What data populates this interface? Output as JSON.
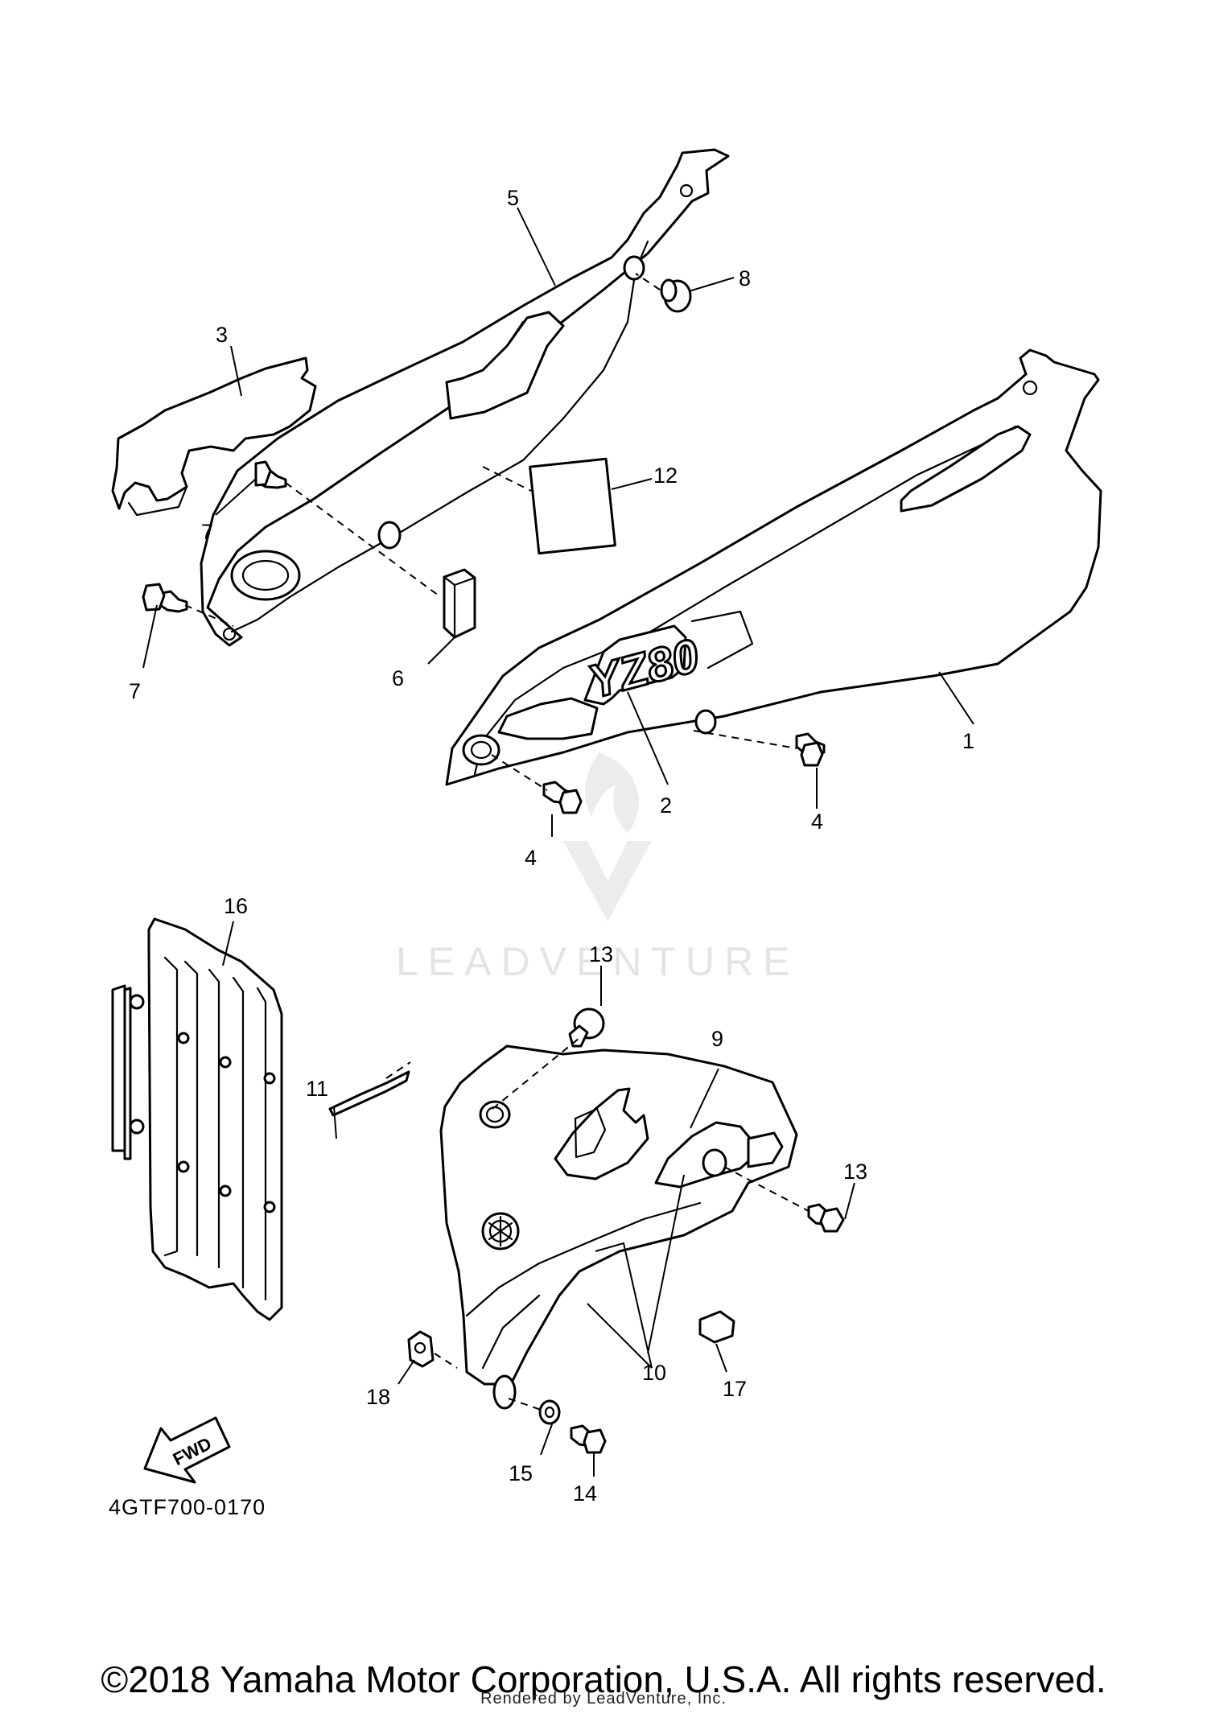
{
  "diagram": {
    "callouts": {
      "c1": "1",
      "c2": "2",
      "c3": "3",
      "c4a": "4",
      "c4b": "4",
      "c5": "5",
      "c6": "6",
      "c7a": "7",
      "c7b": "7",
      "c8": "8",
      "c9": "9",
      "c10": "10",
      "c11": "11",
      "c12": "12",
      "c13a": "13",
      "c13b": "13",
      "c14": "14",
      "c15": "15",
      "c16": "16",
      "c17": "17",
      "c18": "18"
    },
    "emblem_text": "YZ80",
    "fwd_label": "FWD",
    "drawing_code": "4GTF700-0170"
  },
  "watermark": {
    "text": "LEADVENTURE"
  },
  "footer": {
    "copyright": "©2018 Yamaha Motor Corporation, U.S.A. All rights reserved.",
    "rendered_by": "Rendered by LeadVenture, Inc."
  }
}
